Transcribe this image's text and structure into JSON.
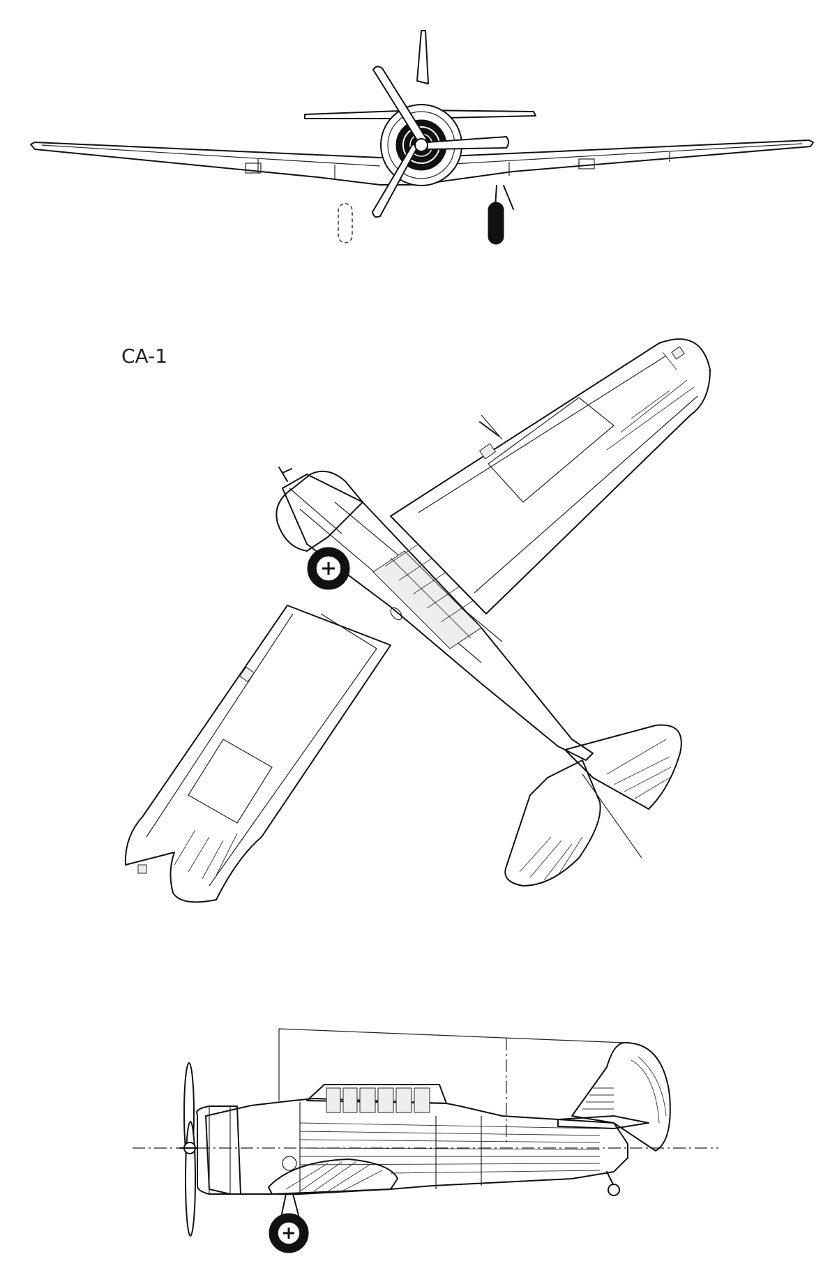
{
  "labels": {
    "designation": "CA-1"
  },
  "views": [
    "front-view",
    "plan-view",
    "side-view"
  ]
}
